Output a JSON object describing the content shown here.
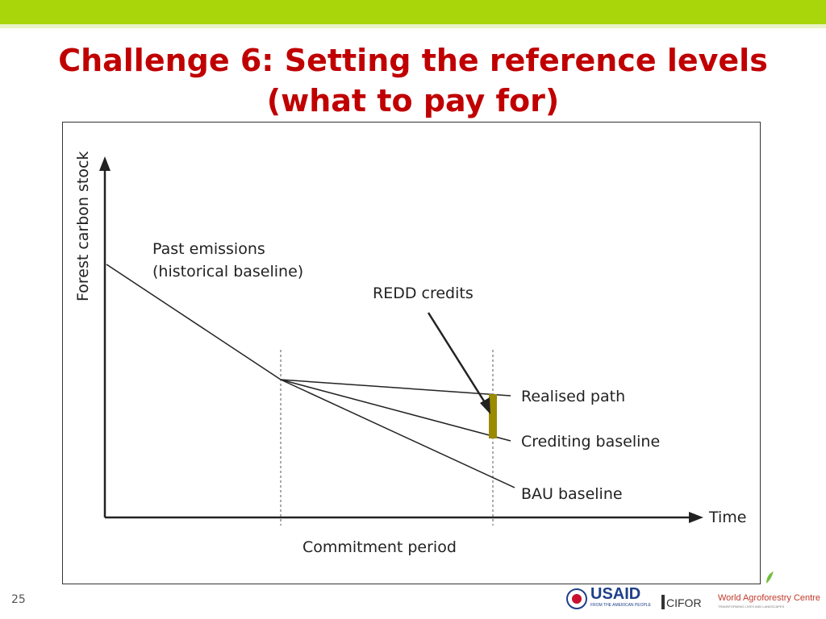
{
  "slide": {
    "title_line1": "Challenge 6: Setting the reference levels",
    "title_line2": "(what to pay for)",
    "page_number": "25",
    "accent_color": "#a8d60a",
    "title_color": "#c00000"
  },
  "diagram": {
    "y_axis_label": "Forest carbon stock",
    "x_axis_label": "Time",
    "historical_label_1": "Past emissions",
    "historical_label_2": "(historical baseline)",
    "redd_label": "REDD credits",
    "realised_label": "Realised path",
    "crediting_label": "Crediting baseline",
    "bau_label": "BAU baseline",
    "period_label": "Commitment period",
    "credit_bar_color": "#9a8a00"
  },
  "logos": {
    "usaid": "USAID",
    "usaid_sub": "FROM THE AMERICAN PEOPLE",
    "cifor": "CIFOR",
    "wac": "World Agroforestry Centre",
    "wac_sub": "TRANSFORMING LIVES AND LANDSCAPES"
  }
}
